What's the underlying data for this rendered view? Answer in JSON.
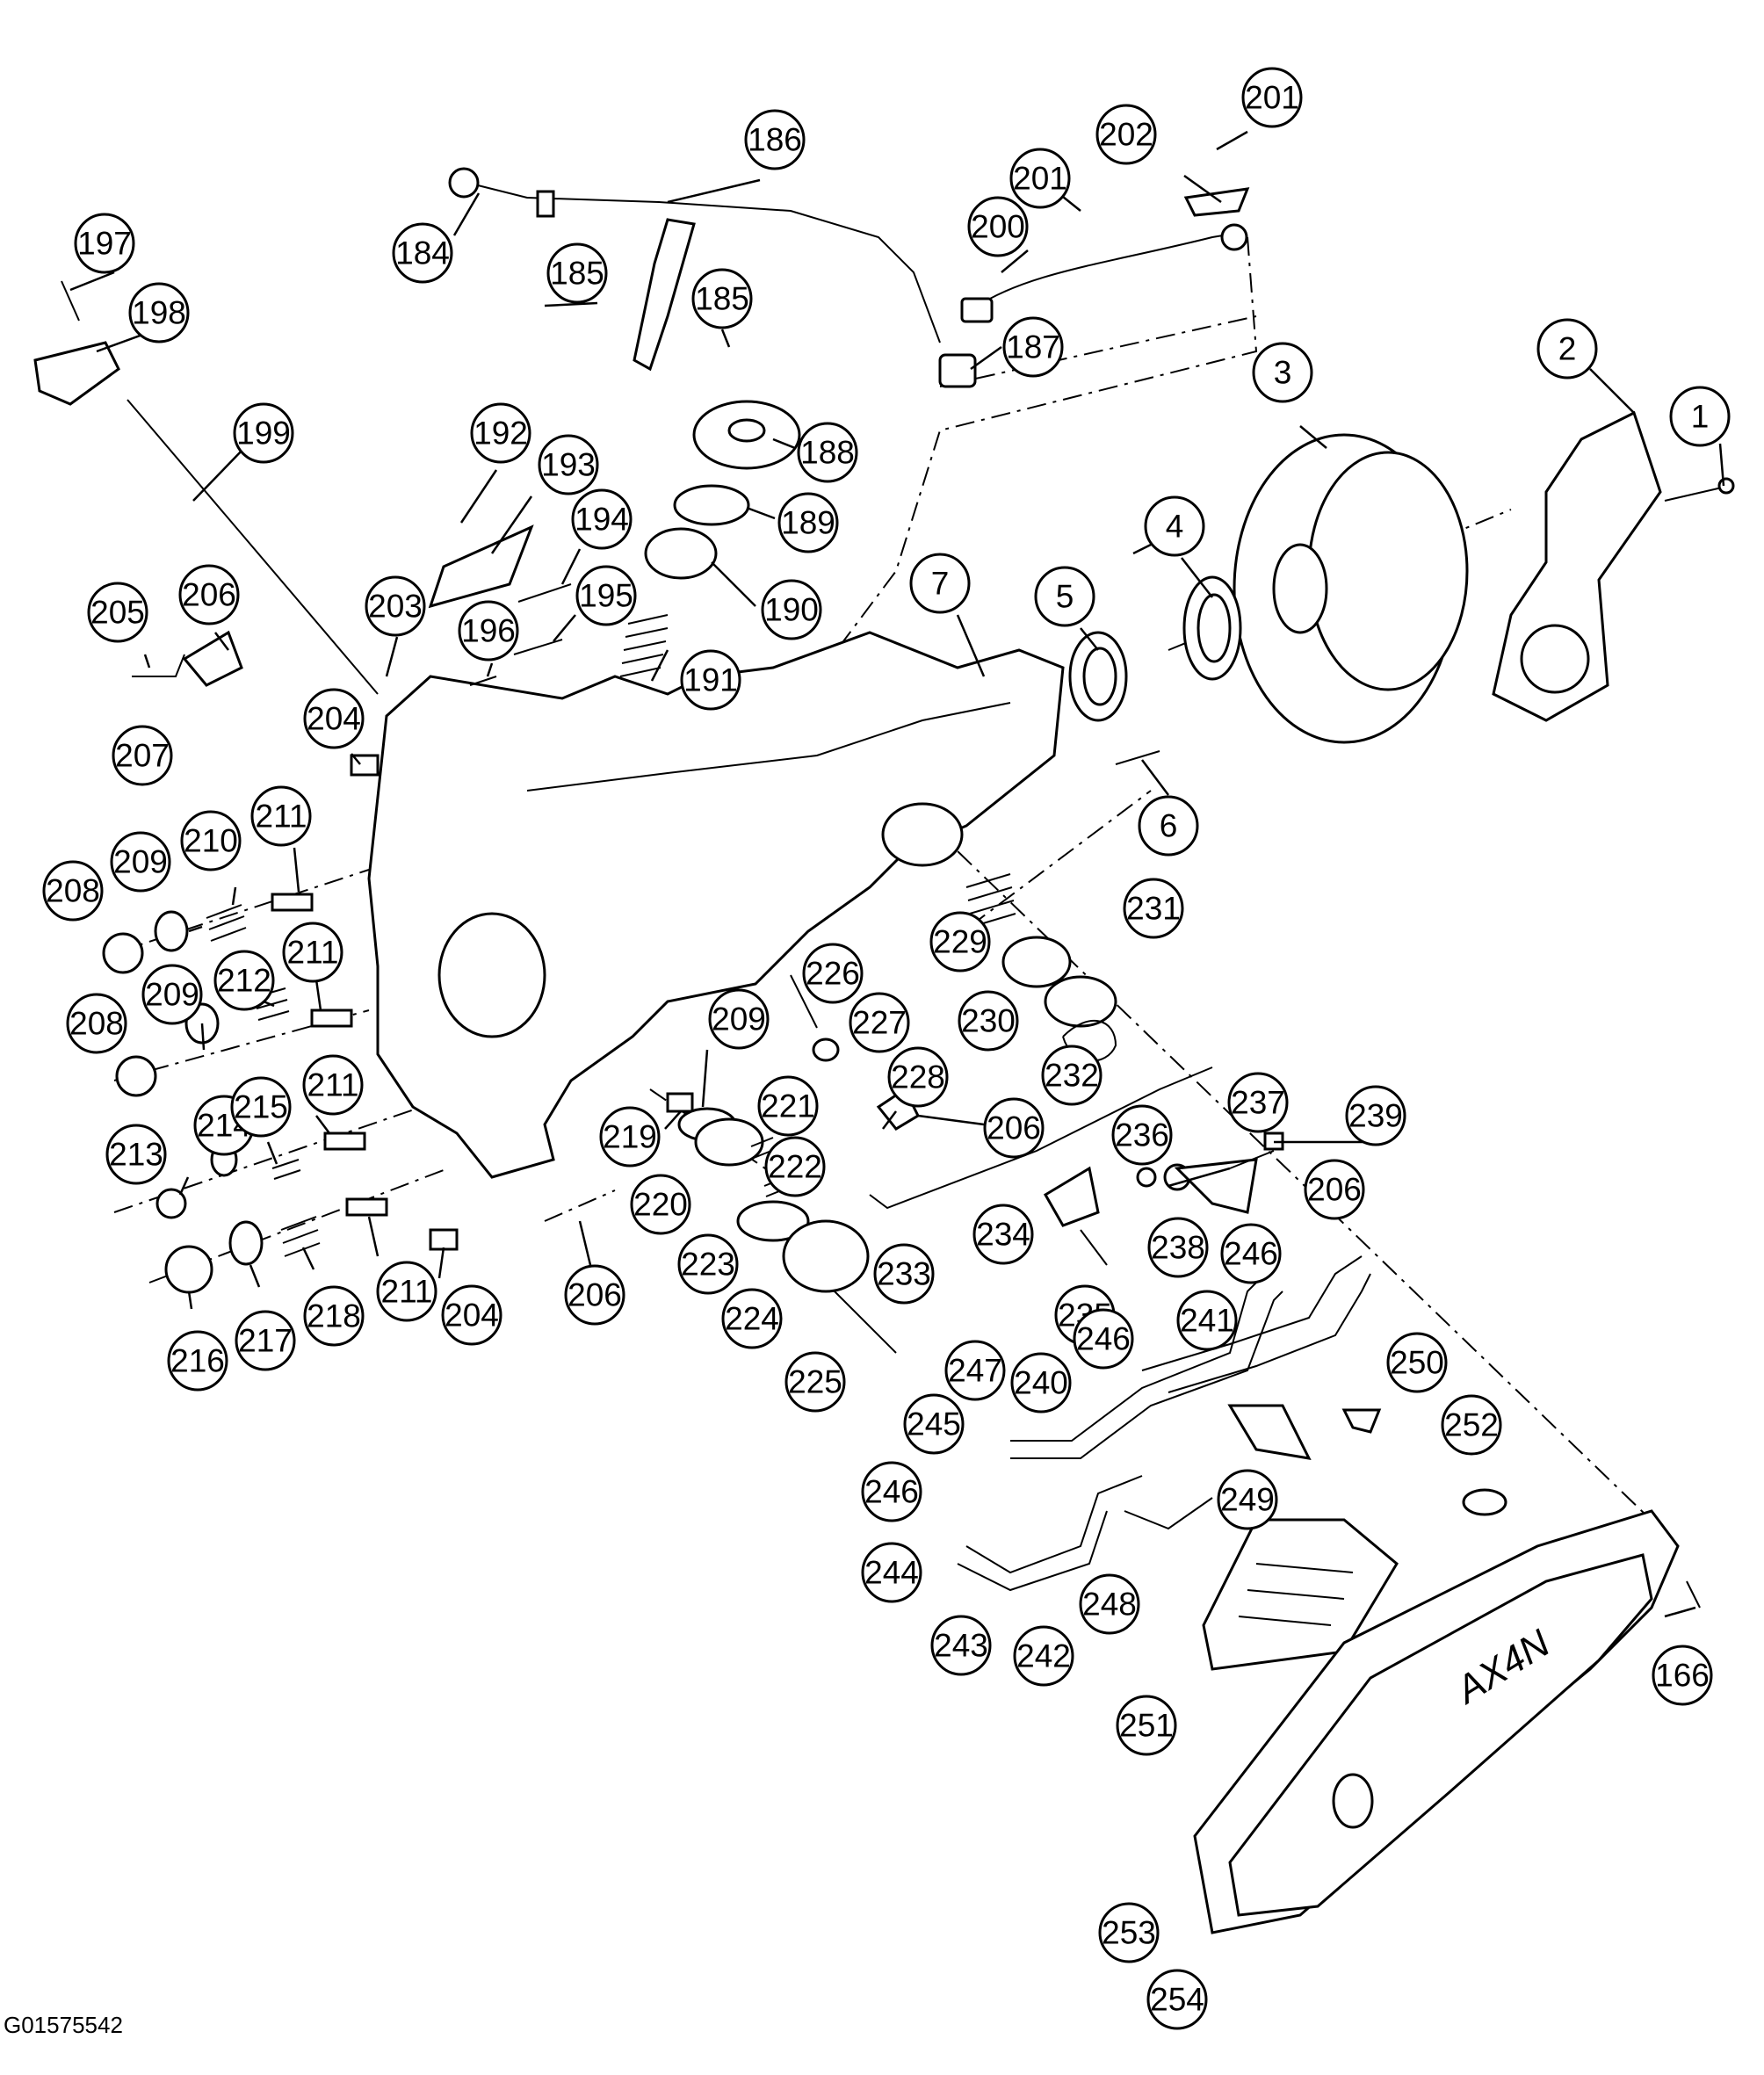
{
  "figure_id": "G01575542",
  "pan_logo_text": "AX4N",
  "callouts": [
    "1",
    "2",
    "3",
    "4",
    "5",
    "6",
    "7",
    "166",
    "184",
    "185",
    "185",
    "186",
    "187",
    "188",
    "189",
    "190",
    "191",
    "192",
    "193",
    "194",
    "195",
    "196",
    "197",
    "198",
    "199",
    "200",
    "201",
    "201",
    "202",
    "203",
    "204",
    "204",
    "205",
    "206",
    "206",
    "206",
    "206",
    "207",
    "208",
    "208",
    "209",
    "209",
    "209",
    "210",
    "211",
    "211",
    "211",
    "211",
    "212",
    "213",
    "214",
    "215",
    "216",
    "217",
    "218",
    "219",
    "220",
    "221",
    "222",
    "223",
    "224",
    "225",
    "226",
    "227",
    "228",
    "229",
    "230",
    "231",
    "232",
    "233",
    "234",
    "235",
    "236",
    "237",
    "238",
    "239",
    "240",
    "241",
    "242",
    "243",
    "244",
    "245",
    "246",
    "246",
    "246",
    "247",
    "248",
    "249",
    "250",
    "251",
    "252",
    "253",
    "254"
  ]
}
